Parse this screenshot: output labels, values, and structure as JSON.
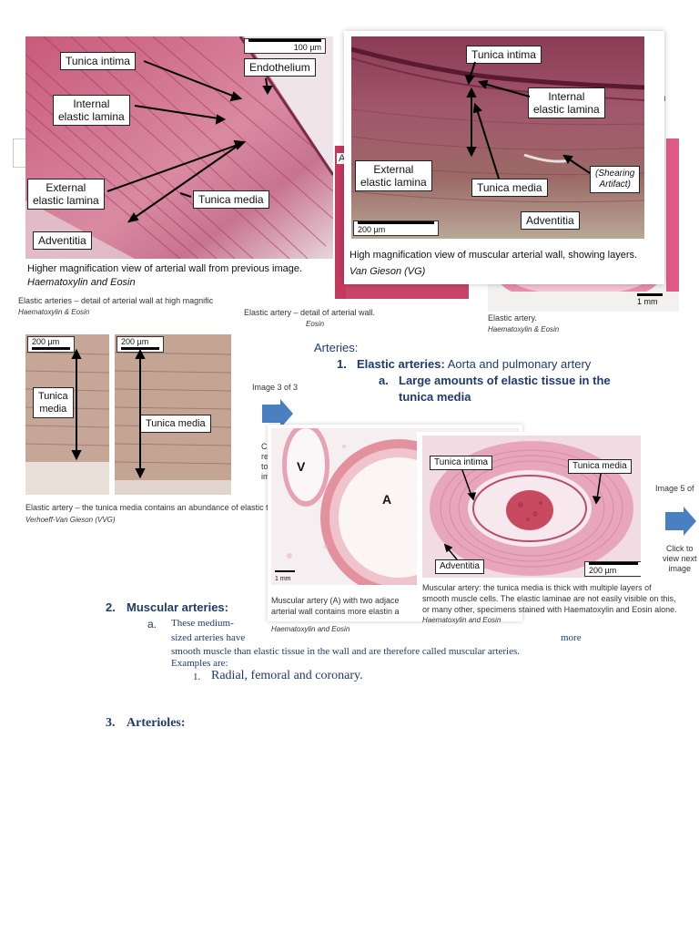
{
  "colors": {
    "heading": "#1f3a6e",
    "arrow_blue": "#4a7fc1",
    "tissue_pink": "#d98aa8",
    "tissue_dark": "#9a4a66",
    "vvg_bg": "#c7a99a"
  },
  "panel1": {
    "scale": "100 µm",
    "labels": {
      "tunica_intima": "Tunica intima",
      "endothelium": "Endothelium",
      "internal_elastic_lamina": "Internal\nelastic lamina",
      "external_elastic_lamina": "External\nelastic lamina",
      "tunica_media": "Tunica media",
      "adventitia": "Adventitia"
    },
    "caption": "Higher magnification view of arterial wall from previous image.",
    "stain": "Haematoxylin and Eosin"
  },
  "panel2": {
    "scale": "200 µm",
    "labels": {
      "tunica_intima": "Tunica intima",
      "internal_elastic_lamina": "Internal\nelastic lamina",
      "external_elastic_lamina": "External\nelastic lamina",
      "tunica_media": "Tunica media",
      "shearing_artifact": "(Shearing\nArtifact)",
      "adventitia": "Adventitia"
    },
    "caption": "High magnification view of muscular arterial wall, showing layers.",
    "stain": "Van Gieson (VG)"
  },
  "background_fragments": {
    "a_letter": "A",
    "im_text": "Im",
    "elastic_detail_caption": "Elastic arteries – detail of arterial wall at high magnific",
    "elastic_detail_stain": "Haematoxylin & Eosin",
    "elastic_wall_caption": "Elastic artery – detail of arterial wall.",
    "elastic_wall_stain": "Eosin",
    "elastic_artery_caption": "Elastic artery.",
    "elastic_artery_stain": "Haematoxylin & Eosin",
    "elastic_artery_scale": "1 mm"
  },
  "vvg_panels": {
    "scale_left": "200 µm",
    "scale_right": "200 µm",
    "label_left": "Tunica\nmedia",
    "label_right": "Tunica media",
    "caption": "Elastic artery – the tunica media contains an abundance of elastic t",
    "stain": "Verhoeff-Van Gieson (VVG)"
  },
  "nav1": {
    "counter": "Image 3 of 3",
    "click_text": "Cli\nre\nto\nim"
  },
  "muscular_panel": {
    "v_label": "V",
    "a_label": "A",
    "scale": "1 mm",
    "caption_line1": "Muscular artery (A) with two adjace",
    "caption_line2": "arterial wall contains more elastin a",
    "stain": "Haematoxylin and Eosin"
  },
  "thick_panel": {
    "tunica_intima": "Tunica intima",
    "tunica_media": "Tunica media",
    "adventitia": "Adventitia",
    "scale": "200 µm",
    "caption_line1": "Muscular artery: the tunica media is thick with multiple layers of",
    "caption_line2": "smooth muscle cells.  The elastic laminae are not easily visible on this,",
    "caption_line3": "or many other, specimens stained with Haematoxylin and Eosin alone.",
    "stain": "Haematoxylin and Eosin"
  },
  "nav2": {
    "counter": "Image 5 of",
    "click_text": "Click to\nview next\nimage"
  },
  "document": {
    "arteries_heading": "Arteries:",
    "item1_number": "1.",
    "item1_title": "Elastic arteries:",
    "item1_text": "Aorta and pulmonary artery",
    "item1a_letter": "a.",
    "item1a_text_line1": "Large amounts of elastic tissue in the",
    "item1a_text_line2": "tunica media",
    "item2_number": "2.",
    "item2_title": "Muscular arteries:",
    "item2a_letter": "a.",
    "item2a_line1": "These medium-",
    "item2a_line2": "sized arteries have",
    "item2a_more": "more",
    "item2a_line3": "smooth muscle than elastic tissue in the wall and are therefore called muscular arteries.",
    "item2a_line4": "Examples are:",
    "item2a1_number": "1.",
    "item2a1_text": "Radial, femoral and coronary.",
    "item3_number": "3.",
    "item3_title": "Arterioles:"
  }
}
